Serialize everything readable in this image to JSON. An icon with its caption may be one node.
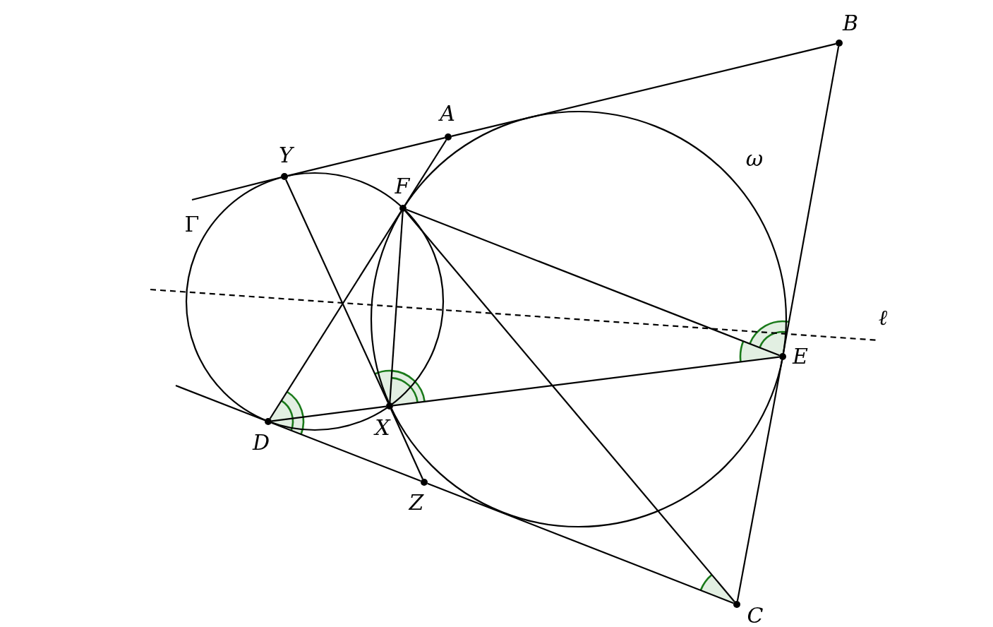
{
  "diagram": {
    "nodes": [
      {
        "text": [
          "B"
        ]
      },
      {
        "text": [
          "A"
        ]
      },
      {
        "text": [
          "Y"
        ]
      },
      {
        "text": [
          "F"
        ]
      },
      {
        "text": [
          "E"
        ]
      },
      {
        "text": [
          "X"
        ]
      },
      {
        "text": [
          "D"
        ]
      },
      {
        "text": [
          "Z"
        ]
      },
      {
        "text": [
          "C"
        ]
      }
    ],
    "edges": [
      {
        "from": null,
        "to": 2,
        "arrow": "none"
      },
      {
        "from": 2,
        "to": 1,
        "arrow": "none"
      },
      {
        "from": 1,
        "to": 0,
        "arrow": "none"
      },
      {
        "from": 0,
        "to": 4,
        "arrow": "none"
      },
      {
        "from": 4,
        "to": 8,
        "arrow": "none"
      },
      {
        "from": null,
        "to": 6,
        "arrow": "none"
      },
      {
        "from": 6,
        "to": 7,
        "arrow": "none"
      },
      {
        "from": 7,
        "to": 8,
        "arrow": "none"
      },
      {
        "from": 1,
        "to": 3,
        "arrow": "none"
      },
      {
        "from": 3,
        "to": 5,
        "arrow": "none"
      },
      {
        "from": 3,
        "to": 4,
        "arrow": "none"
      },
      {
        "from": 3,
        "to": 8,
        "arrow": "none"
      },
      {
        "from": 6,
        "to": 3,
        "arrow": "none"
      },
      {
        "from": 2,
        "to": 5,
        "arrow": "none"
      },
      {
        "from": 5,
        "to": 7,
        "arrow": "none"
      },
      {
        "from": 6,
        "to": 5,
        "arrow": "none"
      },
      {
        "from": 5,
        "to": 4,
        "arrow": "none"
      }
    ],
    "labels": [
      "ω",
      "Γ",
      "ℓ"
    ]
  }
}
